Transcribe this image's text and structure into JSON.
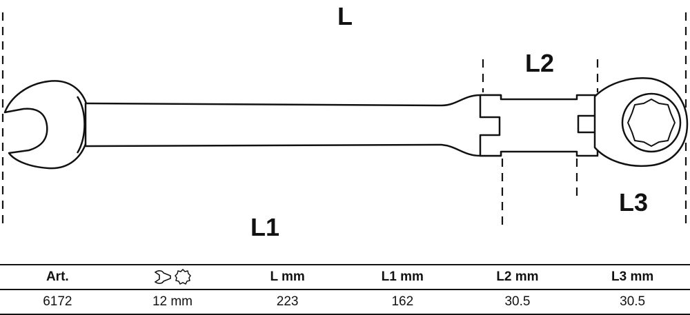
{
  "diagram": {
    "labels": {
      "overall_length": "L",
      "shank_length": "L1",
      "joint_length": "L2",
      "head_length": "L3"
    },
    "icons": {
      "open_end": "open-end-wrench-icon",
      "ring_end": "twelve-point-ring-icon"
    }
  },
  "table": {
    "headers": {
      "art": "Art.",
      "l": "L mm",
      "l1": "L1 mm",
      "l2": "L2 mm",
      "l3": "L3 mm"
    },
    "row": {
      "art": "6172",
      "size": "12 mm",
      "l": "223",
      "l1": "162",
      "l2": "30.5",
      "l3": "30.5"
    }
  }
}
